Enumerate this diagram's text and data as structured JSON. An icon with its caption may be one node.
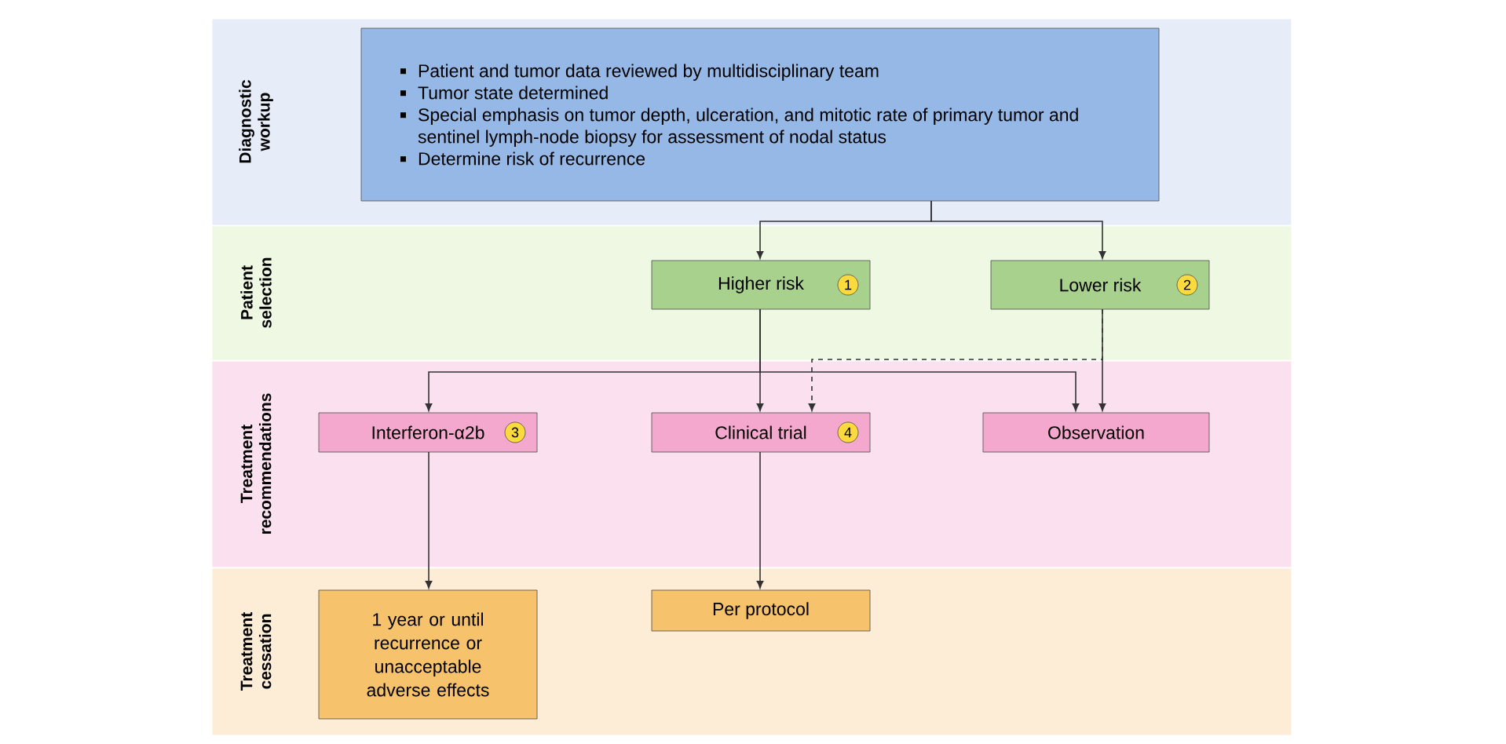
{
  "diagram": {
    "nodes": [
      {
        "text": [
          "Diagnostic workup"
        ]
      },
      {
        "text": [
          "Patient and tumor data reviewed by multidisciplinary team",
          "Tumor state determined",
          "Special emphasis on tumor depth, ulceration, and mitotic rate of primary tumor and sentinel lymph-node biopsy for assessment of nodal status",
          "Determine risk of recurrence"
        ],
        "in": 0
      },
      {
        "text": [
          "Patient selection"
        ]
      },
      {
        "text": [
          "Higher risk",
          "1"
        ],
        "in": 2
      },
      {
        "text": [
          "Lower risk",
          "2"
        ],
        "in": 2
      },
      {
        "text": [
          "Treatment recommendations"
        ]
      },
      {
        "text": [
          "Interferon-α2b",
          "3"
        ],
        "in": 5
      },
      {
        "text": [
          "Clinical trial",
          "4"
        ],
        "in": 5
      },
      {
        "text": [
          "Observation"
        ],
        "in": 5
      },
      {
        "text": [
          "Treatment cessation"
        ]
      },
      {
        "text": [
          "1 year or until recurrence or unacceptable adverse effects"
        ],
        "in": 9
      },
      {
        "text": [
          "Per protocol"
        ],
        "in": 9
      }
    ],
    "edges": [
      {
        "from": 1,
        "to": 3,
        "arrow": "to"
      },
      {
        "from": 1,
        "to": 4,
        "arrow": "to"
      },
      {
        "from": 3,
        "to": 6,
        "arrow": "to"
      },
      {
        "from": 3,
        "to": 7,
        "arrow": "to"
      },
      {
        "from": 3,
        "to": 8,
        "arrow": "to"
      },
      {
        "from": 4,
        "to": 7,
        "arrow": "to",
        "style": "dashed"
      },
      {
        "from": 4,
        "to": 8,
        "arrow": "to"
      },
      {
        "from": 6,
        "to": 10,
        "arrow": "to"
      },
      {
        "from": 7,
        "to": 11,
        "arrow": "to"
      }
    ]
  }
}
